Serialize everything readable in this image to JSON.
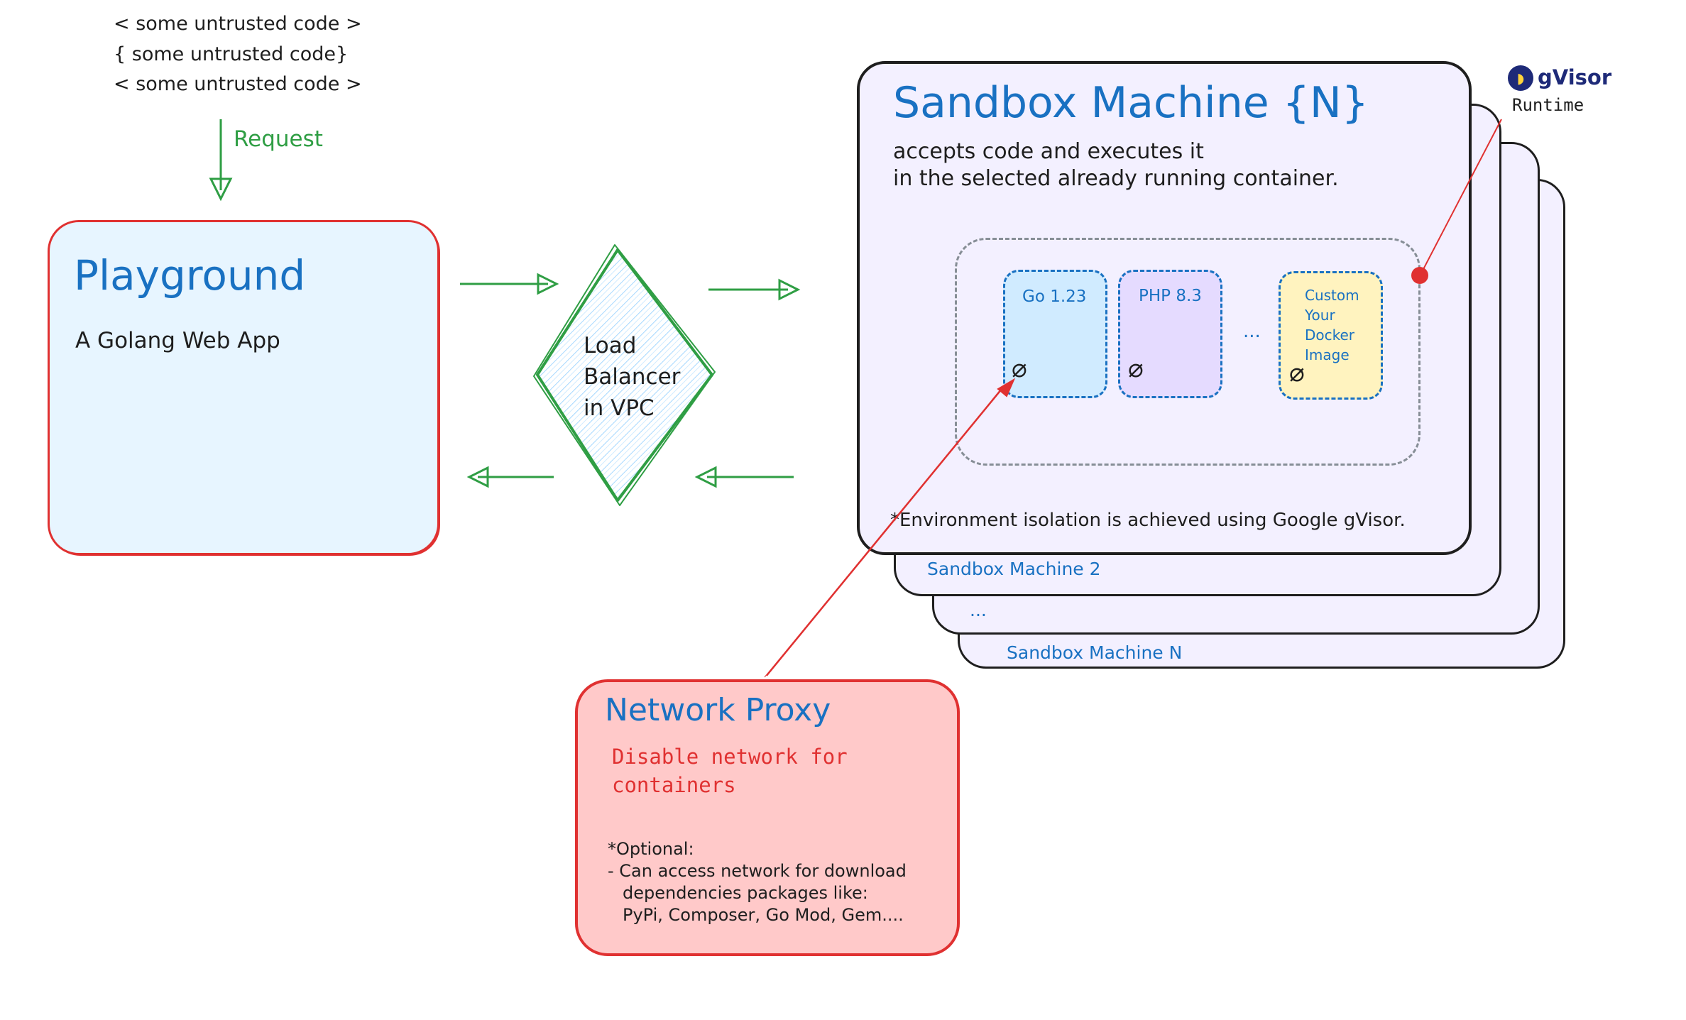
{
  "untrusted_code": {
    "lines": [
      "< some untrusted code >",
      "{ some untrusted code}",
      "< some untrusted code >"
    ]
  },
  "request_label": "Request",
  "playground": {
    "title": "Playground",
    "subtitle": "A Golang Web App"
  },
  "load_balancer": {
    "line1": "Load",
    "line2": "Balancer",
    "line3": "in VPC"
  },
  "sandbox": {
    "title": "Sandbox Machine {N}",
    "description_line1": "accepts code and executes it",
    "description_line2": "in the selected already running container.",
    "note": "*Environment isolation is achieved using Google gVisor.",
    "stack_labels": [
      "Sandbox Machine 2",
      "...",
      "Sandbox Machine N"
    ],
    "containers": [
      {
        "label": "Go 1.23",
        "color": "#d0ebff"
      },
      {
        "label": "PHP 8.3",
        "color": "#e5dbff"
      },
      {
        "label": "Custom Your Docker Image",
        "color": "#fff3bf"
      }
    ],
    "containers_more": "...",
    "network_icon": "no-network-icon"
  },
  "gvisor": {
    "name": "gVisor",
    "subtitle": "Runtime",
    "icon": "gvisor-logo-icon"
  },
  "network_proxy": {
    "title": "Network Proxy",
    "subtitle": "Disable network for containers",
    "note_title": "*Optional:",
    "note_line1": "- Can access network for download",
    "note_line2": "dependencies packages like:",
    "note_line3": "PyPi, Composer, Go Mod, Gem...."
  },
  "colors": {
    "blue_text": "#1971c2",
    "green_arrows": "#2f9e44",
    "red_border": "#e03131",
    "playground_fill": "#e7f5ff",
    "sandbox_fill": "#f3f0ff",
    "proxy_fill": "#ffc9c9"
  }
}
